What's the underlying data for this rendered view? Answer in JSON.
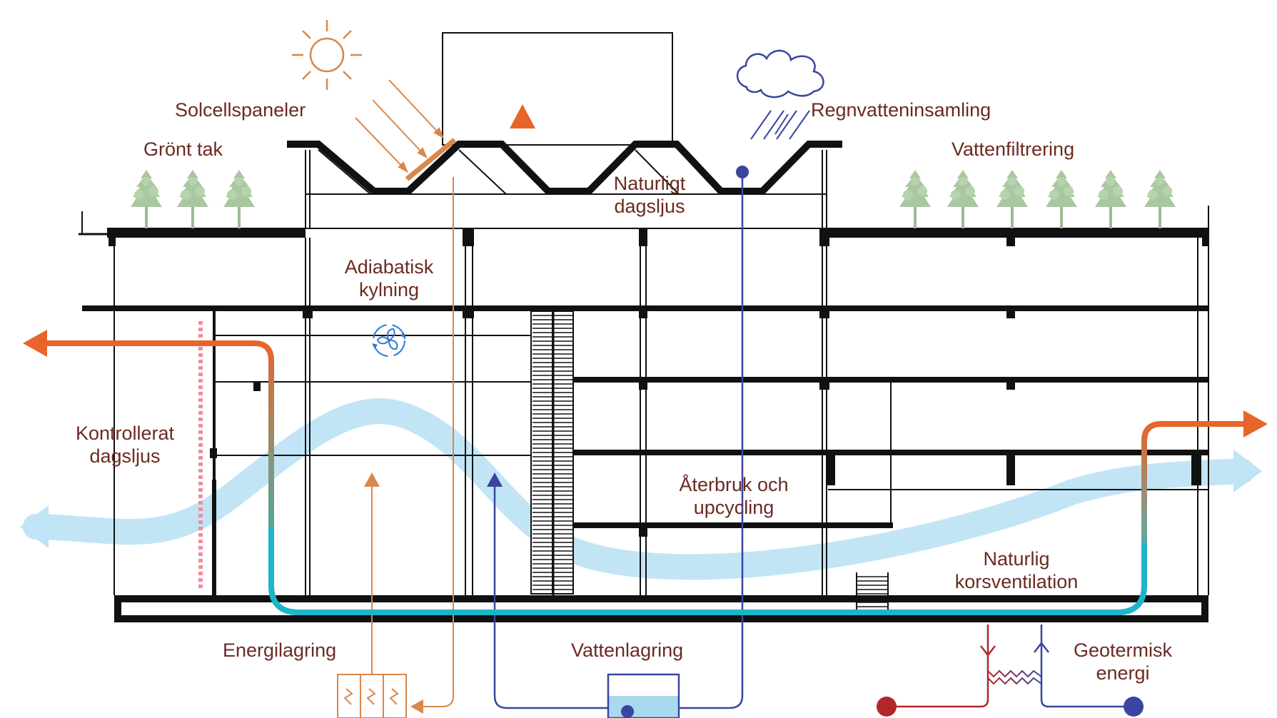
{
  "labels": {
    "solar": "Solcellspaneler",
    "green_roof": "Grönt tak",
    "rainwater": "Regnvatteninsamling",
    "water_filtration": "Vattenfiltrering",
    "daylight_1": "Naturligt",
    "daylight_2": "dagsljus",
    "adiabatic_1": "Adiabatisk",
    "adiabatic_2": "kylning",
    "controlled_1": "Kontrollerat",
    "controlled_2": "dagsljus",
    "reuse_1": "Återbruk och",
    "reuse_2": "upcycling",
    "ventilation_1": "Naturlig",
    "ventilation_2": "korsventilation",
    "energy_storage": "Energilagring",
    "water_storage": "Vattenlagring",
    "geo_1": "Geotermisk",
    "geo_2": "energi"
  },
  "colors": {
    "structure": "#111111",
    "label": "#6b2a22",
    "hot": "#e8642a",
    "cool": "#1fb5c8",
    "solar": "#d9874a",
    "water": "#3a45a0",
    "air": "#bfe4f6",
    "tree": "#a9c7a0",
    "blind": "#f08d9e",
    "geo_hot": "#b3262a",
    "geo_cold": "#3a45a0"
  }
}
